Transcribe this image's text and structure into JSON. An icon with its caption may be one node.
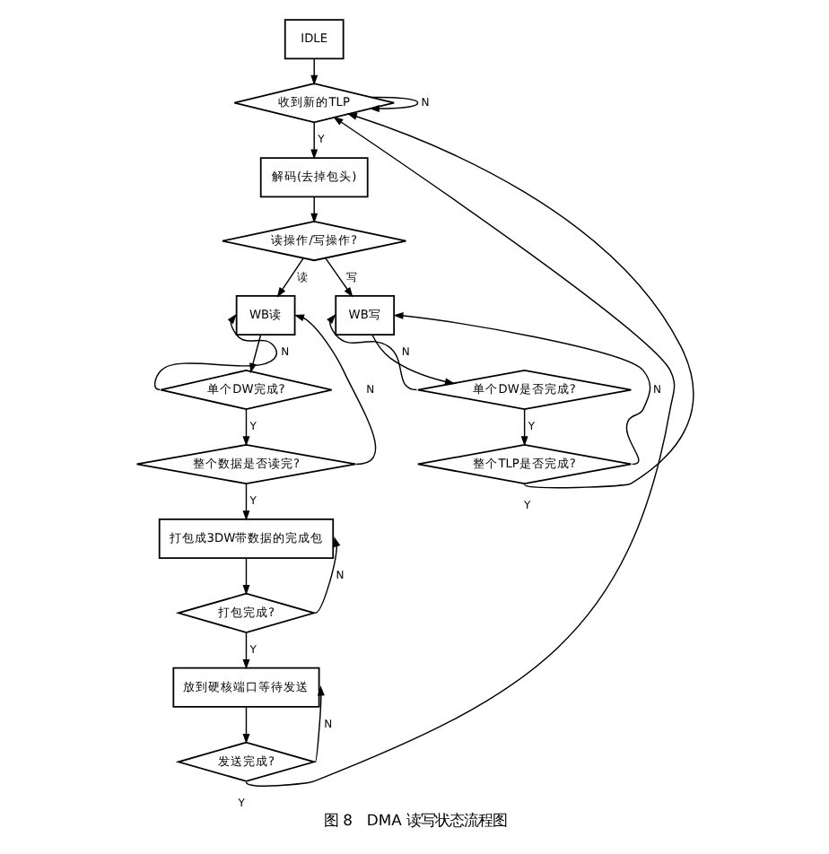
{
  "diagram": {
    "caption": "图 8　DMA 读写状态流程图",
    "nodes": [
      {
        "text": [
          "IDLE"
        ]
      },
      {
        "text": [
          "收到新的TLP"
        ]
      },
      {
        "text": [
          "解码(去掉包头)"
        ]
      },
      {
        "text": [
          "读操作/写操作?"
        ]
      },
      {
        "text": [
          "WB读"
        ]
      },
      {
        "text": [
          "单个DW完成?"
        ]
      },
      {
        "text": [
          "整个数据是否读完?"
        ]
      },
      {
        "text": [
          "打包成3DW带数据的完成包"
        ]
      },
      {
        "text": [
          "打包完成?"
        ]
      },
      {
        "text": [
          "放到硬核端口等待发送"
        ]
      },
      {
        "text": [
          "发送完成?"
        ]
      },
      {
        "text": [
          "WB写"
        ]
      },
      {
        "text": [
          "单个DW是否完成?"
        ]
      },
      {
        "text": [
          "整个TLP是否完成?"
        ]
      }
    ],
    "edges": [
      {
        "from": 0,
        "to": 1,
        "arrow": "to"
      },
      {
        "from": 1,
        "to": 1,
        "arrow": "to",
        "label": "N"
      },
      {
        "from": 1,
        "to": 2,
        "arrow": "to",
        "label": "Y"
      },
      {
        "from": 2,
        "to": 3,
        "arrow": "to"
      },
      {
        "from": 3,
        "to": 4,
        "arrow": "to",
        "label": "读"
      },
      {
        "from": 3,
        "to": 11,
        "arrow": "to",
        "label": "写"
      },
      {
        "from": 4,
        "to": 5,
        "arrow": "to"
      },
      {
        "from": 5,
        "to": 4,
        "arrow": "to",
        "label": "N"
      },
      {
        "from": 5,
        "to": 6,
        "arrow": "to",
        "label": "Y"
      },
      {
        "from": 6,
        "to": 4,
        "arrow": "to",
        "label": "N"
      },
      {
        "from": 6,
        "to": 7,
        "arrow": "to",
        "label": "Y"
      },
      {
        "from": 7,
        "to": 8,
        "arrow": "to"
      },
      {
        "from": 8,
        "to": 7,
        "arrow": "to",
        "label": "N"
      },
      {
        "from": 8,
        "to": 9,
        "arrow": "to",
        "label": "Y"
      },
      {
        "from": 9,
        "to": 10,
        "arrow": "to"
      },
      {
        "from": 10,
        "to": 9,
        "arrow": "to",
        "label": "N"
      },
      {
        "from": 10,
        "to": 1,
        "arrow": "to",
        "label": "Y"
      },
      {
        "from": 11,
        "to": 12,
        "arrow": "to"
      },
      {
        "from": 12,
        "to": 11,
        "arrow": "to",
        "label": "N"
      },
      {
        "from": 12,
        "to": 13,
        "arrow": "to",
        "label": "Y"
      },
      {
        "from": 13,
        "to": 11,
        "arrow": "to",
        "label": "N"
      },
      {
        "from": 13,
        "to": 1,
        "arrow": "to",
        "label": "Y"
      }
    ]
  }
}
